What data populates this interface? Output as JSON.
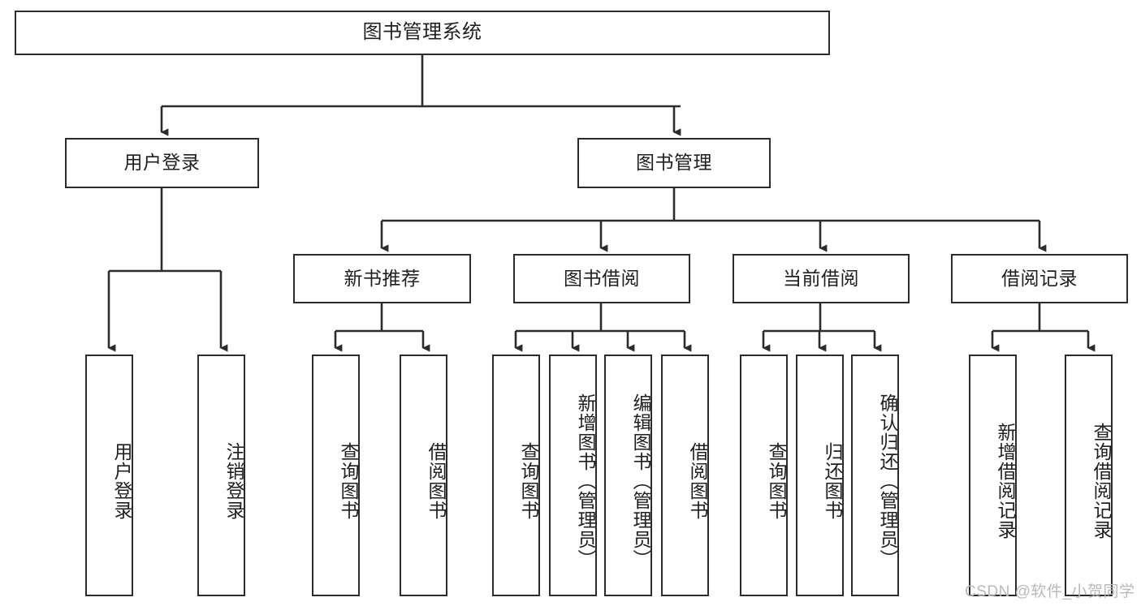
{
  "diagram": {
    "title": "图书管理系统",
    "type": "tree-hierarchy",
    "levels": 4,
    "nodes": {
      "root": {
        "label": "图书管理系统"
      },
      "level2": [
        {
          "id": "user-login",
          "label": "用户登录"
        },
        {
          "id": "book-management",
          "label": "图书管理"
        }
      ],
      "level3": [
        {
          "id": "new-book-recommend",
          "label": "新书推荐",
          "parent": "book-management"
        },
        {
          "id": "book-borrow",
          "label": "图书借阅",
          "parent": "book-management"
        },
        {
          "id": "current-borrow",
          "label": "当前借阅",
          "parent": "book-management"
        },
        {
          "id": "borrow-record",
          "label": "借阅记录",
          "parent": "book-management"
        }
      ],
      "leaves": [
        {
          "id": "leaf-user-login",
          "label": "用户登录",
          "parent": "user-login"
        },
        {
          "id": "leaf-user-logout",
          "label": "注销登录",
          "parent": "user-login"
        },
        {
          "id": "leaf-query-book-1",
          "label": "查询图书",
          "parent": "new-book-recommend"
        },
        {
          "id": "leaf-borrow-book-1",
          "label": "借阅图书",
          "parent": "new-book-recommend"
        },
        {
          "id": "leaf-query-book-2",
          "label": "查询图书",
          "parent": "book-borrow"
        },
        {
          "id": "leaf-add-book",
          "label": "新增图书（管理员）",
          "parent": "book-borrow"
        },
        {
          "id": "leaf-edit-book",
          "label": "编辑图书（管理员）",
          "parent": "book-borrow"
        },
        {
          "id": "leaf-borrow-book-2",
          "label": "借阅图书",
          "parent": "book-borrow"
        },
        {
          "id": "leaf-query-book-3",
          "label": "查询图书",
          "parent": "current-borrow"
        },
        {
          "id": "leaf-return-book",
          "label": "归还图书",
          "parent": "current-borrow"
        },
        {
          "id": "leaf-confirm-return",
          "label": "确认归还（管理员）",
          "parent": "current-borrow"
        },
        {
          "id": "leaf-add-record",
          "label": "新增借阅记录",
          "parent": "borrow-record"
        },
        {
          "id": "leaf-query-record",
          "label": "查询借阅记录",
          "parent": "borrow-record"
        }
      ]
    },
    "colors": {
      "stroke": "#2b2b2b",
      "fill": "#ffffff",
      "text": "#1f1f1f",
      "watermark": "#b9b9b9"
    }
  },
  "watermark": {
    "text": "CSDN @软件_小贺同学"
  }
}
